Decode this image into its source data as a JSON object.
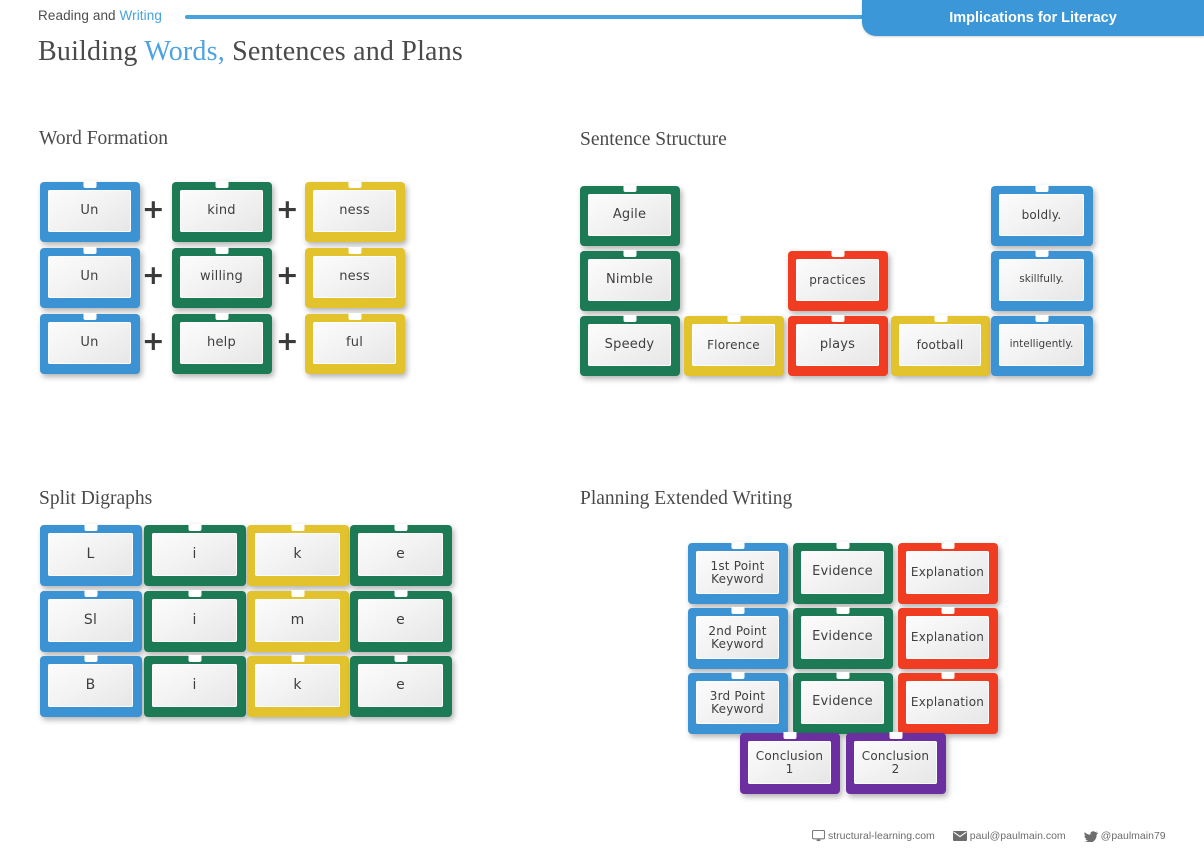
{
  "header": {
    "eyebrow_prefix": "Reading and ",
    "eyebrow_highlight": "Writing",
    "banner_label": "Implications for Literacy",
    "title_part1": "Building ",
    "title_highlight": "Words,",
    "title_part2": " Sentences and Plans"
  },
  "colors": {
    "blue": "#3b93d4",
    "green": "#1c7a55",
    "yellow": "#e2c32e",
    "red": "#f03c21",
    "purple": "#6b2fa0",
    "accent": "#45a3e0",
    "banner": "#3b97d8",
    "title_text": "#4a4a4a"
  },
  "sections": {
    "word_formation": {
      "title": "Word Formation",
      "operator": "+",
      "rows": [
        [
          {
            "label": "Un",
            "color": "blue"
          },
          {
            "label": "kind",
            "color": "green"
          },
          {
            "label": "ness",
            "color": "yellow"
          }
        ],
        [
          {
            "label": "Un",
            "color": "blue"
          },
          {
            "label": "willing",
            "color": "green"
          },
          {
            "label": "ness",
            "color": "yellow"
          }
        ],
        [
          {
            "label": "Un",
            "color": "blue"
          },
          {
            "label": "help",
            "color": "green"
          },
          {
            "label": "ful",
            "color": "yellow"
          }
        ]
      ]
    },
    "sentence_structure": {
      "title": "Sentence Structure",
      "blocks": [
        {
          "label": "Agile",
          "color": "green",
          "col": 0,
          "row": 0
        },
        {
          "label": "Nimble",
          "color": "green",
          "col": 0,
          "row": 1
        },
        {
          "label": "Speedy",
          "color": "green",
          "col": 0,
          "row": 2
        },
        {
          "label": "Florence",
          "color": "yellow",
          "col": 1,
          "row": 2
        },
        {
          "label": "practices",
          "color": "red",
          "col": 2,
          "row": 1
        },
        {
          "label": "plays",
          "color": "red",
          "col": 2,
          "row": 2
        },
        {
          "label": "football",
          "color": "yellow",
          "col": 3,
          "row": 2
        },
        {
          "label": "boldly.",
          "color": "blue",
          "col": 4,
          "row": 0
        },
        {
          "label": "skillfully.",
          "color": "blue",
          "col": 4,
          "row": 1
        },
        {
          "label": "intelligently.",
          "color": "blue",
          "col": 4,
          "row": 2
        }
      ]
    },
    "split_digraphs": {
      "title": "Split Digraphs",
      "rows": [
        [
          {
            "label": "L",
            "color": "blue"
          },
          {
            "label": "i",
            "color": "green"
          },
          {
            "label": "k",
            "color": "yellow"
          },
          {
            "label": "e",
            "color": "green"
          }
        ],
        [
          {
            "label": "Sl",
            "color": "blue"
          },
          {
            "label": "i",
            "color": "green"
          },
          {
            "label": "m",
            "color": "yellow"
          },
          {
            "label": "e",
            "color": "green"
          }
        ],
        [
          {
            "label": "B",
            "color": "blue"
          },
          {
            "label": "i",
            "color": "green"
          },
          {
            "label": "k",
            "color": "yellow"
          },
          {
            "label": "e",
            "color": "green"
          }
        ]
      ]
    },
    "planning_extended_writing": {
      "title": "Planning Extended Writing",
      "rows": [
        [
          {
            "label": "1st Point\nKeyword",
            "color": "blue"
          },
          {
            "label": "Evidence",
            "color": "green"
          },
          {
            "label": "Explanation",
            "color": "red"
          }
        ],
        [
          {
            "label": "2nd Point\nKeyword",
            "color": "blue"
          },
          {
            "label": "Evidence",
            "color": "green"
          },
          {
            "label": "Explanation",
            "color": "red"
          }
        ],
        [
          {
            "label": "3rd Point\nKeyword",
            "color": "blue"
          },
          {
            "label": "Evidence",
            "color": "green"
          },
          {
            "label": "Explanation",
            "color": "red"
          }
        ]
      ],
      "conclusions": [
        {
          "label": "Conclusion\n1",
          "color": "purple"
        },
        {
          "label": "Conclusion\n2",
          "color": "purple"
        }
      ]
    }
  },
  "footer": {
    "items": [
      {
        "icon": "monitor-icon",
        "label": "structural-learning.com"
      },
      {
        "icon": "envelope-icon",
        "label": "paul@paulmain.com"
      },
      {
        "icon": "twitter-bird-icon",
        "label": "@paulmain79"
      }
    ]
  }
}
